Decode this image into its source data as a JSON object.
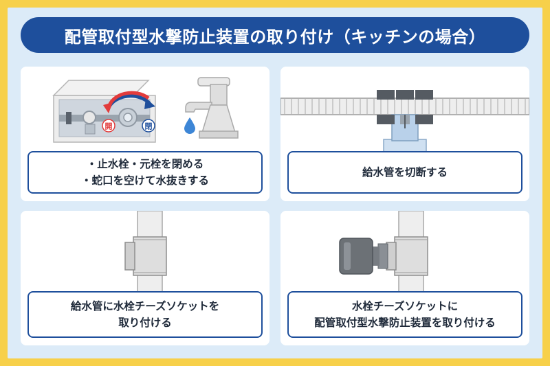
{
  "title": "配管取付型水撃防止装置の取り付け（キッチンの場合）",
  "steps": [
    {
      "lines": [
        "・止水栓・元栓を閉める",
        "・蛇口を空けて水抜きする"
      ],
      "valve_labels": {
        "open": "開",
        "close": "閉"
      }
    },
    {
      "lines": [
        "給水管を切断する"
      ]
    },
    {
      "lines": [
        "給水管に水栓チーズソケットを",
        "取り付ける"
      ]
    },
    {
      "lines": [
        "水栓チーズソケットに",
        "配管取付型水撃防止装置を取り付ける"
      ]
    }
  ],
  "colors": {
    "frame": "#f7d04a",
    "background": "#dcebf8",
    "title_bar": "#1e4f9c",
    "open_arrow": "#e23b3b",
    "close_arrow": "#1e4f9c",
    "pipe": "#e6e6e6",
    "water": "#3d86d6"
  },
  "icons": [
    "valve-box-icon",
    "faucet-icon",
    "water-drop-icon",
    "pipe-cutter-icon",
    "tee-socket-icon",
    "water-hammer-arrester-icon"
  ]
}
